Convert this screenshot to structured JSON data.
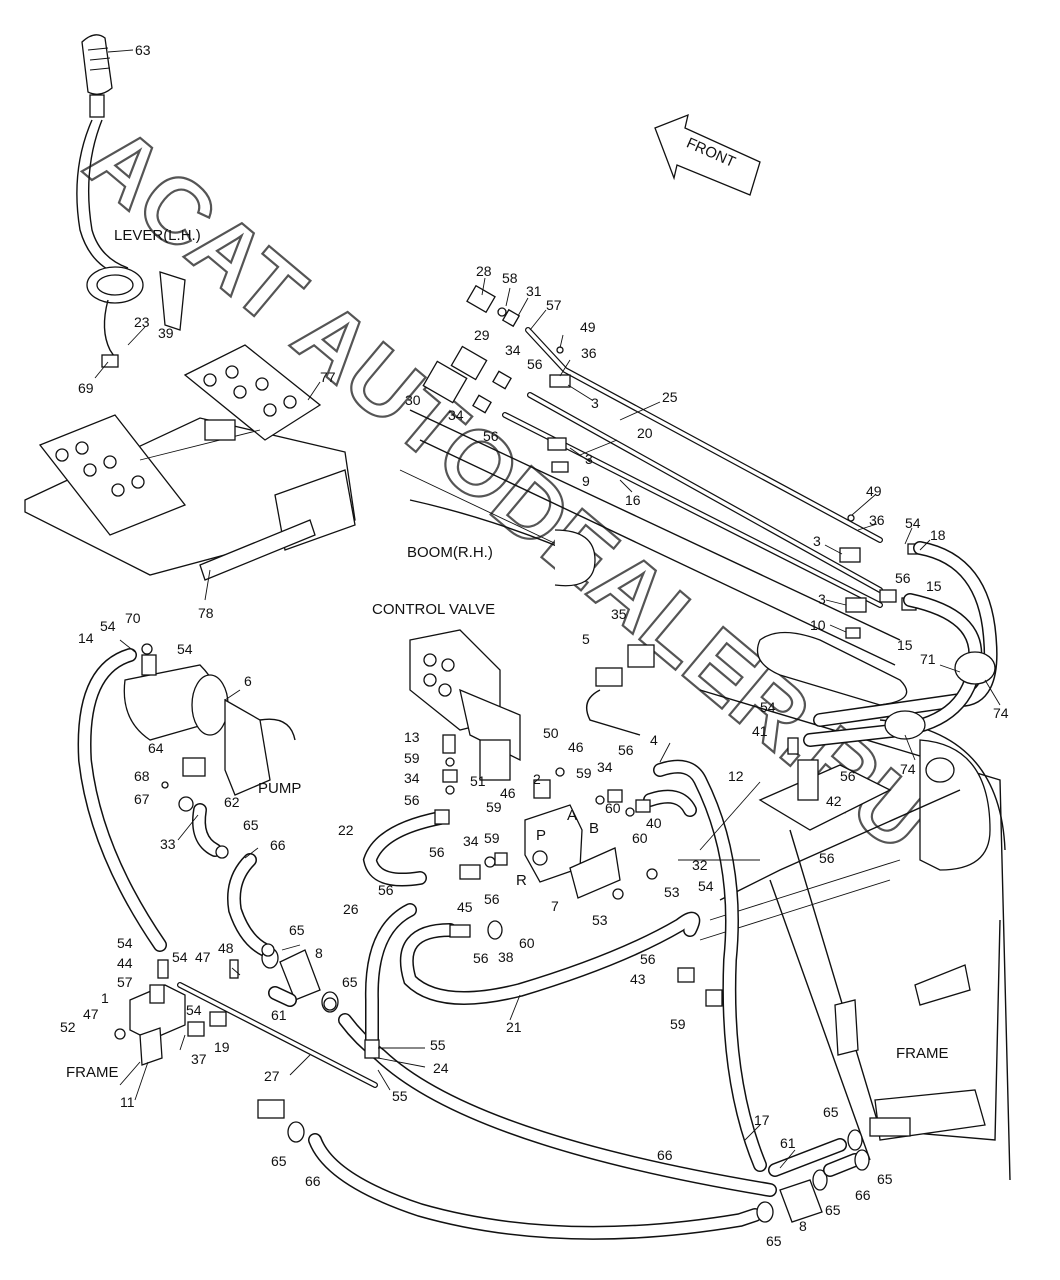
{
  "watermark": "ACAT AUTODEALER.RU",
  "labels": {
    "front": "FRONT",
    "lever": "LEVER(L.H.)",
    "boom": "BOOM(R.H.)",
    "control_valve": "CONTROL VALVE",
    "pump": "PUMP",
    "frame_left": "FRAME",
    "frame_right": "FRAME",
    "port_a": "A",
    "port_b": "B",
    "port_p": "P",
    "port_r": "R"
  },
  "callouts": [
    {
      "id": "c63",
      "text": "63"
    },
    {
      "id": "c23",
      "text": "23"
    },
    {
      "id": "c39",
      "text": "39"
    },
    {
      "id": "c69",
      "text": "69"
    },
    {
      "id": "c77",
      "text": "77"
    },
    {
      "id": "c78",
      "text": "78"
    },
    {
      "id": "c28",
      "text": "28"
    },
    {
      "id": "c58",
      "text": "58"
    },
    {
      "id": "c31",
      "text": "31"
    },
    {
      "id": "c57a",
      "text": "57"
    },
    {
      "id": "c49a",
      "text": "49"
    },
    {
      "id": "c29",
      "text": "29"
    },
    {
      "id": "c34a",
      "text": "34"
    },
    {
      "id": "c56a",
      "text": "56"
    },
    {
      "id": "c36a",
      "text": "36"
    },
    {
      "id": "c3a",
      "text": "3"
    },
    {
      "id": "c25",
      "text": "25"
    },
    {
      "id": "c30",
      "text": "30"
    },
    {
      "id": "c34b",
      "text": "34"
    },
    {
      "id": "c56b",
      "text": "56"
    },
    {
      "id": "c20",
      "text": "20"
    },
    {
      "id": "c3b",
      "text": "3"
    },
    {
      "id": "c9",
      "text": "9"
    },
    {
      "id": "c16",
      "text": "16"
    },
    {
      "id": "c49b",
      "text": "49"
    },
    {
      "id": "c36b",
      "text": "36"
    },
    {
      "id": "c54a",
      "text": "54"
    },
    {
      "id": "c18",
      "text": "18"
    },
    {
      "id": "c3c",
      "text": "3"
    },
    {
      "id": "c56c",
      "text": "56"
    },
    {
      "id": "c15a",
      "text": "15"
    },
    {
      "id": "c3d",
      "text": "3"
    },
    {
      "id": "c10",
      "text": "10"
    },
    {
      "id": "c15b",
      "text": "15"
    },
    {
      "id": "c71",
      "text": "71"
    },
    {
      "id": "c74a",
      "text": "74"
    },
    {
      "id": "c74b",
      "text": "74"
    },
    {
      "id": "c14",
      "text": "14"
    },
    {
      "id": "c54b",
      "text": "54"
    },
    {
      "id": "c70",
      "text": "70"
    },
    {
      "id": "c54c",
      "text": "54"
    },
    {
      "id": "c6",
      "text": "6"
    },
    {
      "id": "c64",
      "text": "64"
    },
    {
      "id": "c68",
      "text": "68"
    },
    {
      "id": "c67",
      "text": "67"
    },
    {
      "id": "c62",
      "text": "62"
    },
    {
      "id": "c33",
      "text": "33"
    },
    {
      "id": "c65a",
      "text": "65"
    },
    {
      "id": "c66a",
      "text": "66"
    },
    {
      "id": "c35",
      "text": "35"
    },
    {
      "id": "c5",
      "text": "5"
    },
    {
      "id": "c13",
      "text": "13"
    },
    {
      "id": "c59a",
      "text": "59"
    },
    {
      "id": "c34c",
      "text": "34"
    },
    {
      "id": "c56d",
      "text": "56"
    },
    {
      "id": "c50",
      "text": "50"
    },
    {
      "id": "c46a",
      "text": "46"
    },
    {
      "id": "c2",
      "text": "2"
    },
    {
      "id": "c51",
      "text": "51"
    },
    {
      "id": "c46b",
      "text": "46"
    },
    {
      "id": "c59b",
      "text": "59"
    },
    {
      "id": "c59c",
      "text": "59"
    },
    {
      "id": "c34d",
      "text": "34"
    },
    {
      "id": "c56e",
      "text": "56"
    },
    {
      "id": "c4",
      "text": "4"
    },
    {
      "id": "c60a",
      "text": "60"
    },
    {
      "id": "c40",
      "text": "40"
    },
    {
      "id": "c60b",
      "text": "60"
    },
    {
      "id": "c12",
      "text": "12"
    },
    {
      "id": "c54d",
      "text": "54"
    },
    {
      "id": "c41",
      "text": "41"
    },
    {
      "id": "c56f",
      "text": "56"
    },
    {
      "id": "c42",
      "text": "42"
    },
    {
      "id": "c22",
      "text": "22"
    },
    {
      "id": "c34e",
      "text": "34"
    },
    {
      "id": "c59d",
      "text": "59"
    },
    {
      "id": "c56g",
      "text": "56"
    },
    {
      "id": "c56h",
      "text": "56"
    },
    {
      "id": "c45",
      "text": "45"
    },
    {
      "id": "c56i",
      "text": "56"
    },
    {
      "id": "c7",
      "text": "7"
    },
    {
      "id": "c53a",
      "text": "53"
    },
    {
      "id": "c53b",
      "text": "53"
    },
    {
      "id": "c32",
      "text": "32"
    },
    {
      "id": "c56j",
      "text": "56"
    },
    {
      "id": "c54e",
      "text": "54"
    },
    {
      "id": "c26",
      "text": "26"
    },
    {
      "id": "c56k",
      "text": "56"
    },
    {
      "id": "c38",
      "text": "38"
    },
    {
      "id": "c60c",
      "text": "60"
    },
    {
      "id": "c56l",
      "text": "56"
    },
    {
      "id": "c43",
      "text": "43"
    },
    {
      "id": "c59e",
      "text": "59"
    },
    {
      "id": "c54f",
      "text": "54"
    },
    {
      "id": "c44",
      "text": "44"
    },
    {
      "id": "c54g",
      "text": "54"
    },
    {
      "id": "c57b",
      "text": "57"
    },
    {
      "id": "c47a",
      "text": "47"
    },
    {
      "id": "c48",
      "text": "48"
    },
    {
      "id": "c65b",
      "text": "65"
    },
    {
      "id": "c8a",
      "text": "8"
    },
    {
      "id": "c1",
      "text": "1"
    },
    {
      "id": "c52",
      "text": "52"
    },
    {
      "id": "c47b",
      "text": "47"
    },
    {
      "id": "c54h",
      "text": "54"
    },
    {
      "id": "c37",
      "text": "37"
    },
    {
      "id": "c19",
      "text": "19"
    },
    {
      "id": "c61a",
      "text": "61"
    },
    {
      "id": "c65c",
      "text": "65"
    },
    {
      "id": "c21",
      "text": "21"
    },
    {
      "id": "c11",
      "text": "11"
    },
    {
      "id": "c27",
      "text": "27"
    },
    {
      "id": "c55a",
      "text": "55"
    },
    {
      "id": "c24",
      "text": "24"
    },
    {
      "id": "c55b",
      "text": "55"
    },
    {
      "id": "c65d",
      "text": "65"
    },
    {
      "id": "c66b",
      "text": "66"
    },
    {
      "id": "c66c",
      "text": "66"
    },
    {
      "id": "c17",
      "text": "17"
    },
    {
      "id": "c61b",
      "text": "61"
    },
    {
      "id": "c65e",
      "text": "65"
    },
    {
      "id": "c65f",
      "text": "65"
    },
    {
      "id": "c66d",
      "text": "66"
    },
    {
      "id": "c65g",
      "text": "65"
    },
    {
      "id": "c8b",
      "text": "8"
    },
    {
      "id": "c65h",
      "text": "65"
    }
  ]
}
